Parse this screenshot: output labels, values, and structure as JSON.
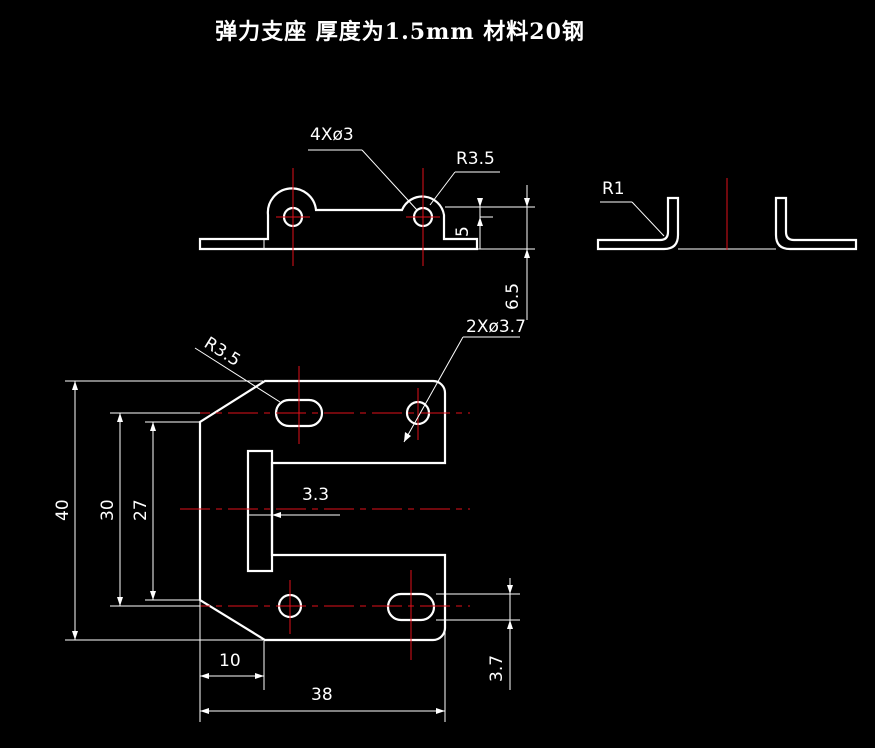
{
  "title": "弹力支座   厚度为1.5mm   材料20钢",
  "dimensions": {
    "holes_4x": "4Xø3",
    "r_top": "R3.5",
    "r_bend": "R1",
    "h5": "5",
    "h65": "6.5",
    "holes_2x": "2Xø3.7",
    "r_left": "R3.5",
    "w40": "40",
    "w30": "30",
    "w27": "27",
    "w33": "3.3",
    "w10": "10",
    "w37": "3.7",
    "w38": "38"
  },
  "colors": {
    "outline": "#ffffff",
    "centerline": "#e0101a",
    "background": "#000000"
  }
}
